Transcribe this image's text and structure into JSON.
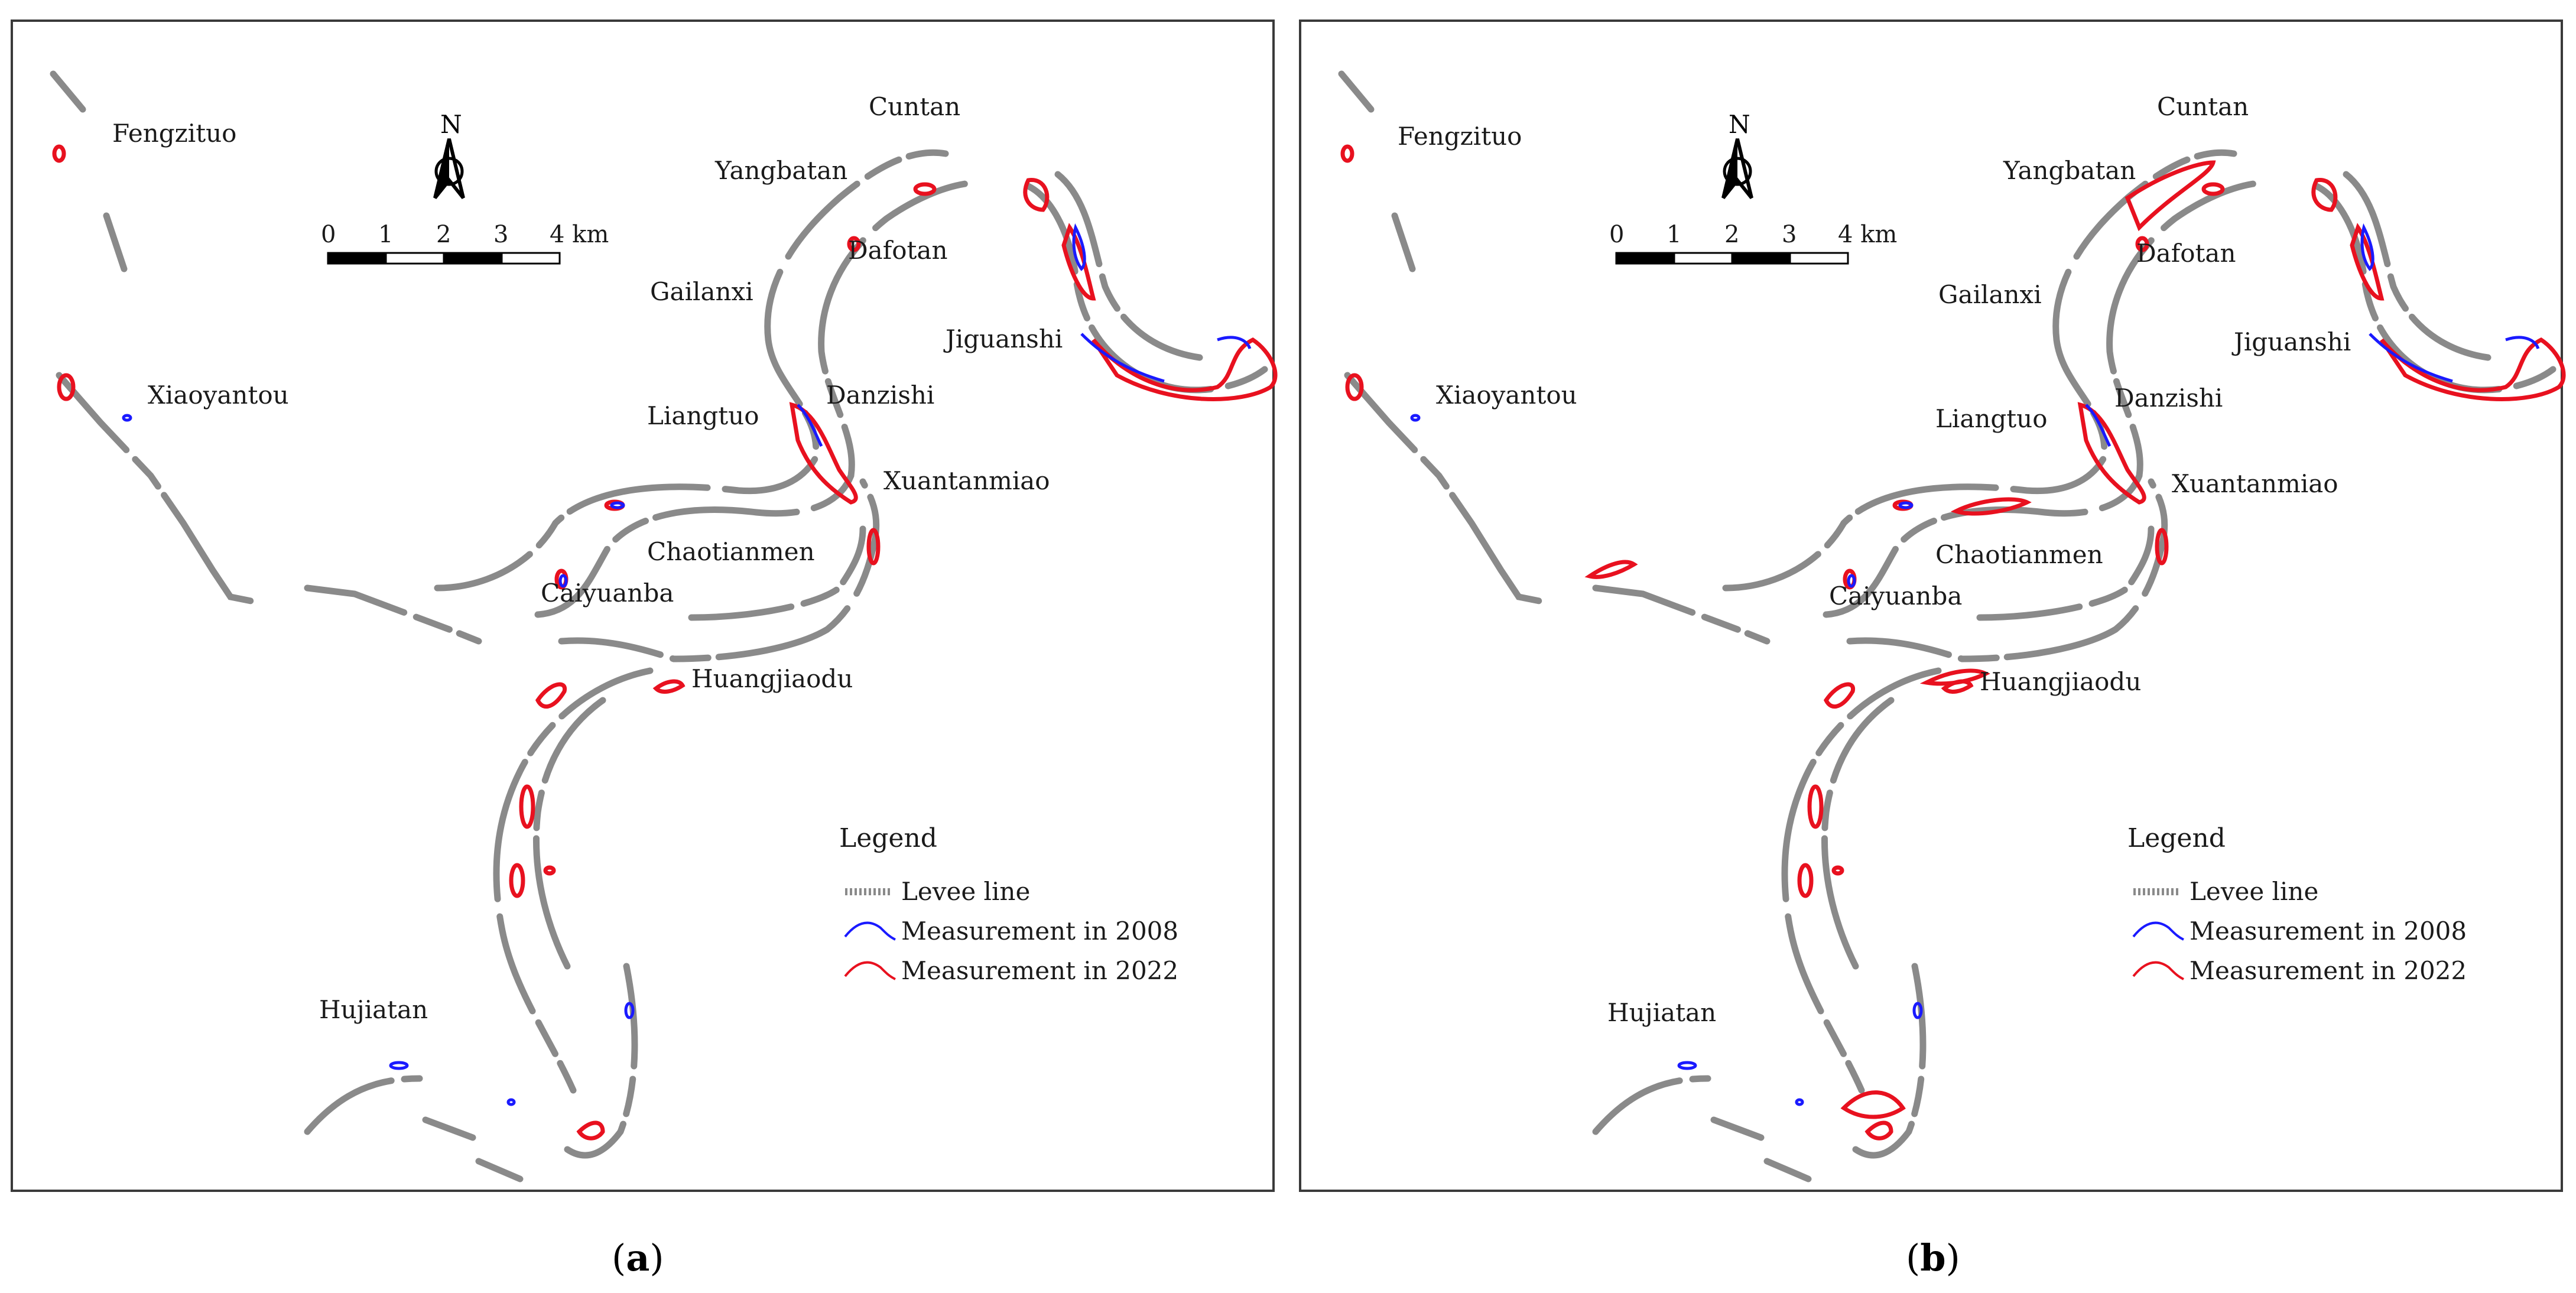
{
  "colors": {
    "levee": "#8a8a8a",
    "measurement_2008": "#1a1aff",
    "measurement_2022": "#e8111f",
    "frame": "#3a3a3a"
  },
  "north_label": "N",
  "scale": {
    "ticks": [
      "0",
      "1",
      "2",
      "3",
      "4 km"
    ]
  },
  "legend": {
    "title": "Legend",
    "items": [
      {
        "label": "Levee line",
        "symbol": "levee"
      },
      {
        "label": "Measurement in 2008",
        "symbol": "measurement_2008"
      },
      {
        "label": "Measurement in 2022",
        "symbol": "measurement_2022"
      }
    ]
  },
  "places": {
    "fengzituo": "Fengzituo",
    "cuntan": "Cuntan",
    "yangbatan": "Yangbatan",
    "dafotan": "Dafotan",
    "gailanxi": "Gailanxi",
    "jiguanshi": "Jiguanshi",
    "xiaoyantou": "Xiaoyantou",
    "danzishi": "Danzishi",
    "liangtuo": "Liangtuo",
    "xuantanmiao": "Xuantanmiao",
    "chaotianmen": "Chaotianmen",
    "caiyuanba": "Caiyuanba",
    "huangjiaodu": "Huangjiaodu",
    "hujiatan": "Hujiatan"
  },
  "panels": [
    {
      "caption_open": "(",
      "caption_letter": "a",
      "caption_close": ")"
    },
    {
      "caption_open": "(",
      "caption_letter": "b",
      "caption_close": ")"
    }
  ]
}
